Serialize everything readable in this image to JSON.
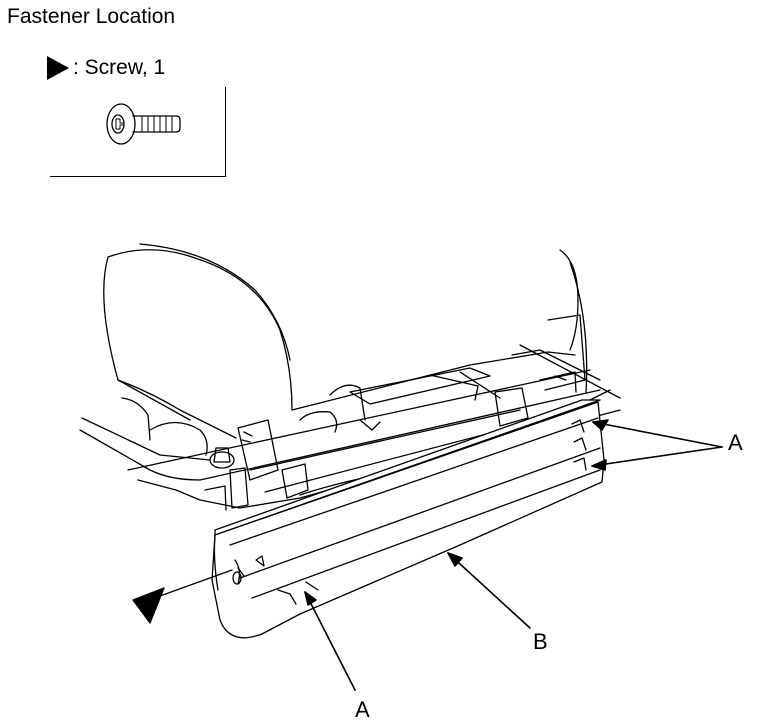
{
  "title": "Fastener Location",
  "legend": {
    "symbol": "filled-triangle-arrow",
    "text": ": Screw, 1"
  },
  "callouts": {
    "clip_a_right": "A",
    "clip_a_bottom": "A",
    "cover_b": "B"
  },
  "icons": {
    "screw": "screw-icon",
    "fastener_marker": "triangle-arrow-icon"
  }
}
